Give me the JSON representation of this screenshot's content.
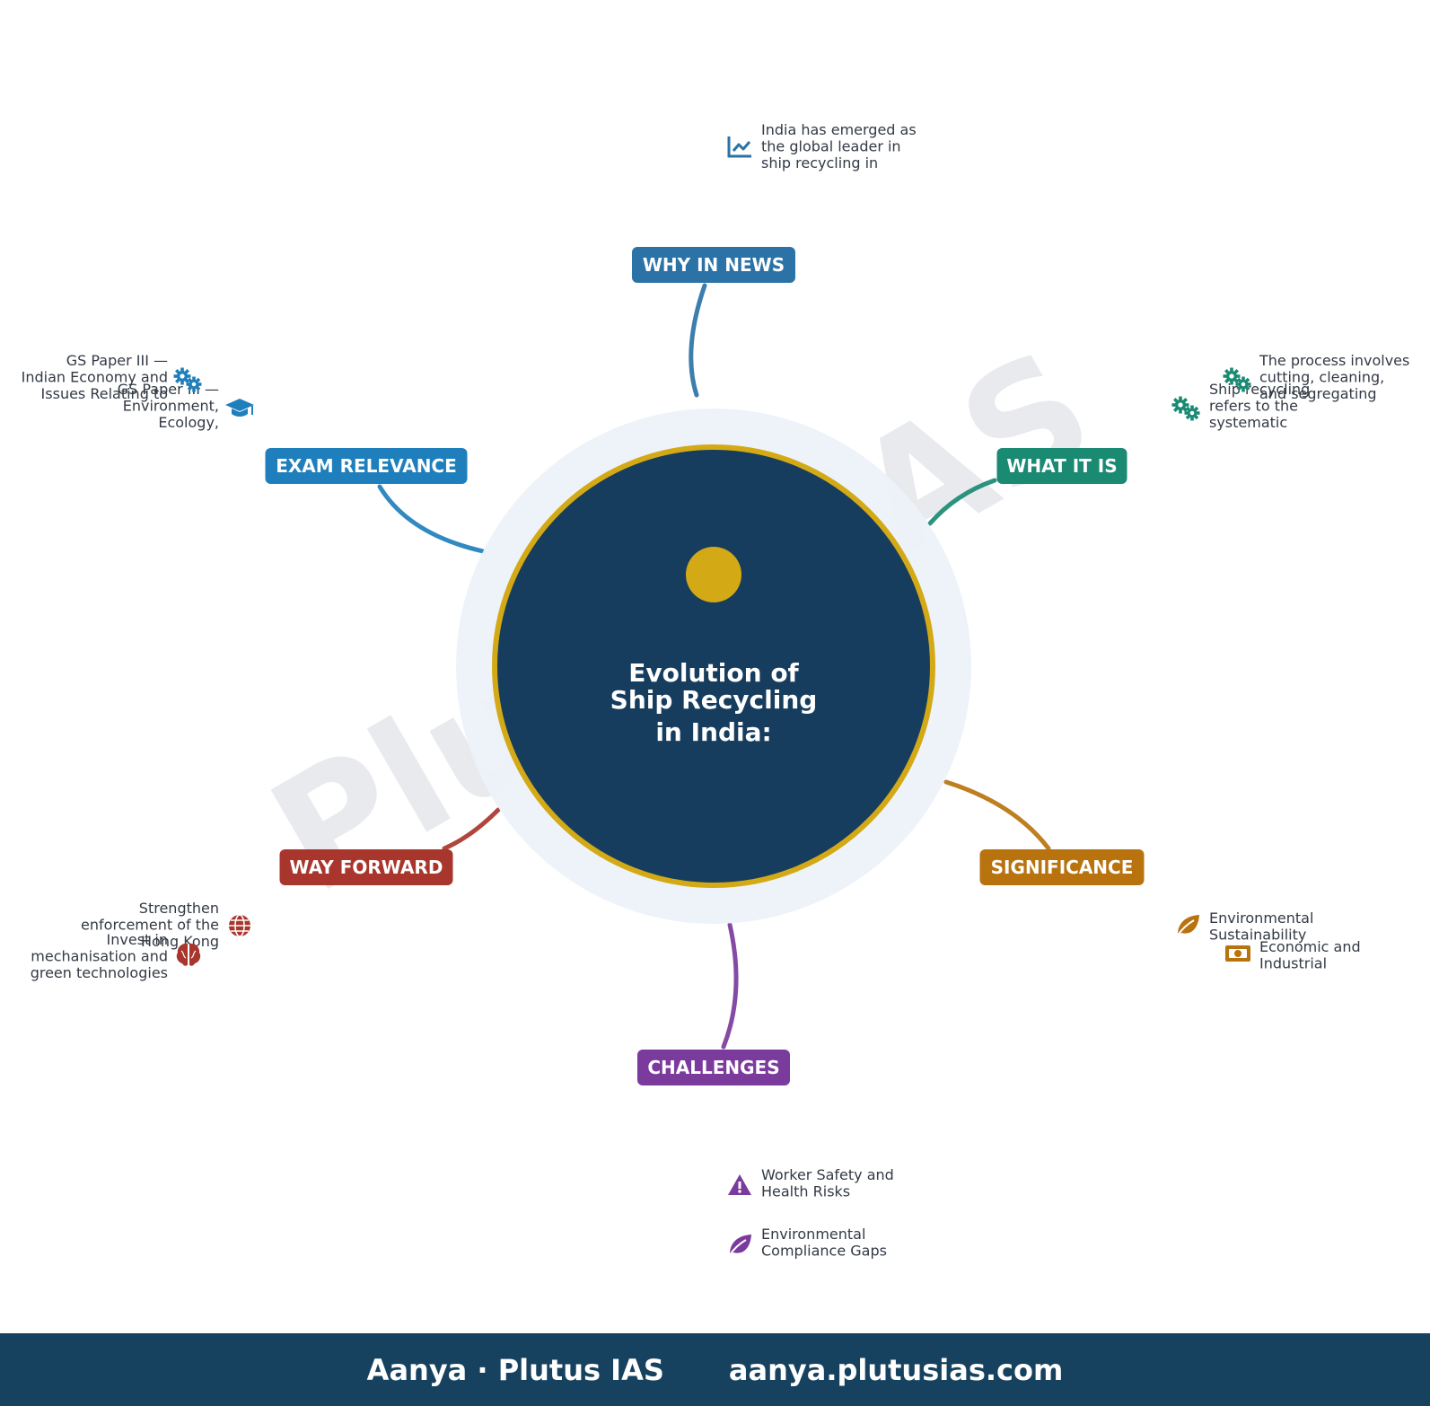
{
  "watermark": "Plutus IAS",
  "center": {
    "title_lines": [
      "Evolution of",
      "Ship Recycling",
      "in India:"
    ]
  },
  "branches": [
    {
      "id": "why-in-news",
      "label": "WHY IN NEWS",
      "color": "#2b73a6",
      "items": [
        {
          "icon": "chart-line-icon",
          "lines": [
            "India has emerged as",
            "the global leader in",
            "ship recycling in"
          ]
        }
      ]
    },
    {
      "id": "what-it-is",
      "label": "WHAT IT IS",
      "color": "#1a8a73",
      "items": [
        {
          "icon": "gears-icon",
          "lines": [
            "Ship recycling",
            "refers to the",
            "systematic"
          ]
        },
        {
          "icon": "gears-icon",
          "lines": [
            "The process involves",
            "cutting, cleaning,",
            "and segregating"
          ]
        }
      ]
    },
    {
      "id": "significance",
      "label": "SIGNIFICANCE",
      "color": "#b8730f",
      "items": [
        {
          "icon": "leaf-icon",
          "lines": [
            "Environmental",
            "Sustainability"
          ]
        },
        {
          "icon": "money-icon",
          "lines": [
            "Economic and",
            "Industrial"
          ]
        }
      ]
    },
    {
      "id": "challenges",
      "label": "CHALLENGES",
      "color": "#7b3b9c",
      "items": [
        {
          "icon": "warning-icon",
          "lines": [
            "Worker Safety and",
            "Health Risks"
          ]
        },
        {
          "icon": "leaf-icon",
          "lines": [
            "Environmental",
            "Compliance Gaps"
          ]
        }
      ]
    },
    {
      "id": "way-forward",
      "label": "WAY FORWARD",
      "color": "#a8362d",
      "items": [
        {
          "icon": "globe-icon",
          "lines": [
            "Strengthen",
            "enforcement of the",
            "Hong Kong"
          ]
        },
        {
          "icon": "brain-icon",
          "lines": [
            "Invest in",
            "mechanisation and",
            "green technologies"
          ]
        }
      ]
    },
    {
      "id": "exam-relevance",
      "label": "EXAM RELEVANCE",
      "color": "#1f7fbd",
      "items": [
        {
          "icon": "graduation-cap-icon",
          "lines": [
            "GS Paper III —",
            "Environment,",
            "Ecology,"
          ]
        },
        {
          "icon": "gears-icon",
          "lines": [
            "GS Paper III —",
            "Indian Economy and",
            "Issues Relating to"
          ]
        }
      ]
    }
  ],
  "footer": {
    "brand": "Aanya · Plutus IAS",
    "url": "aanya.plutusias.com"
  }
}
